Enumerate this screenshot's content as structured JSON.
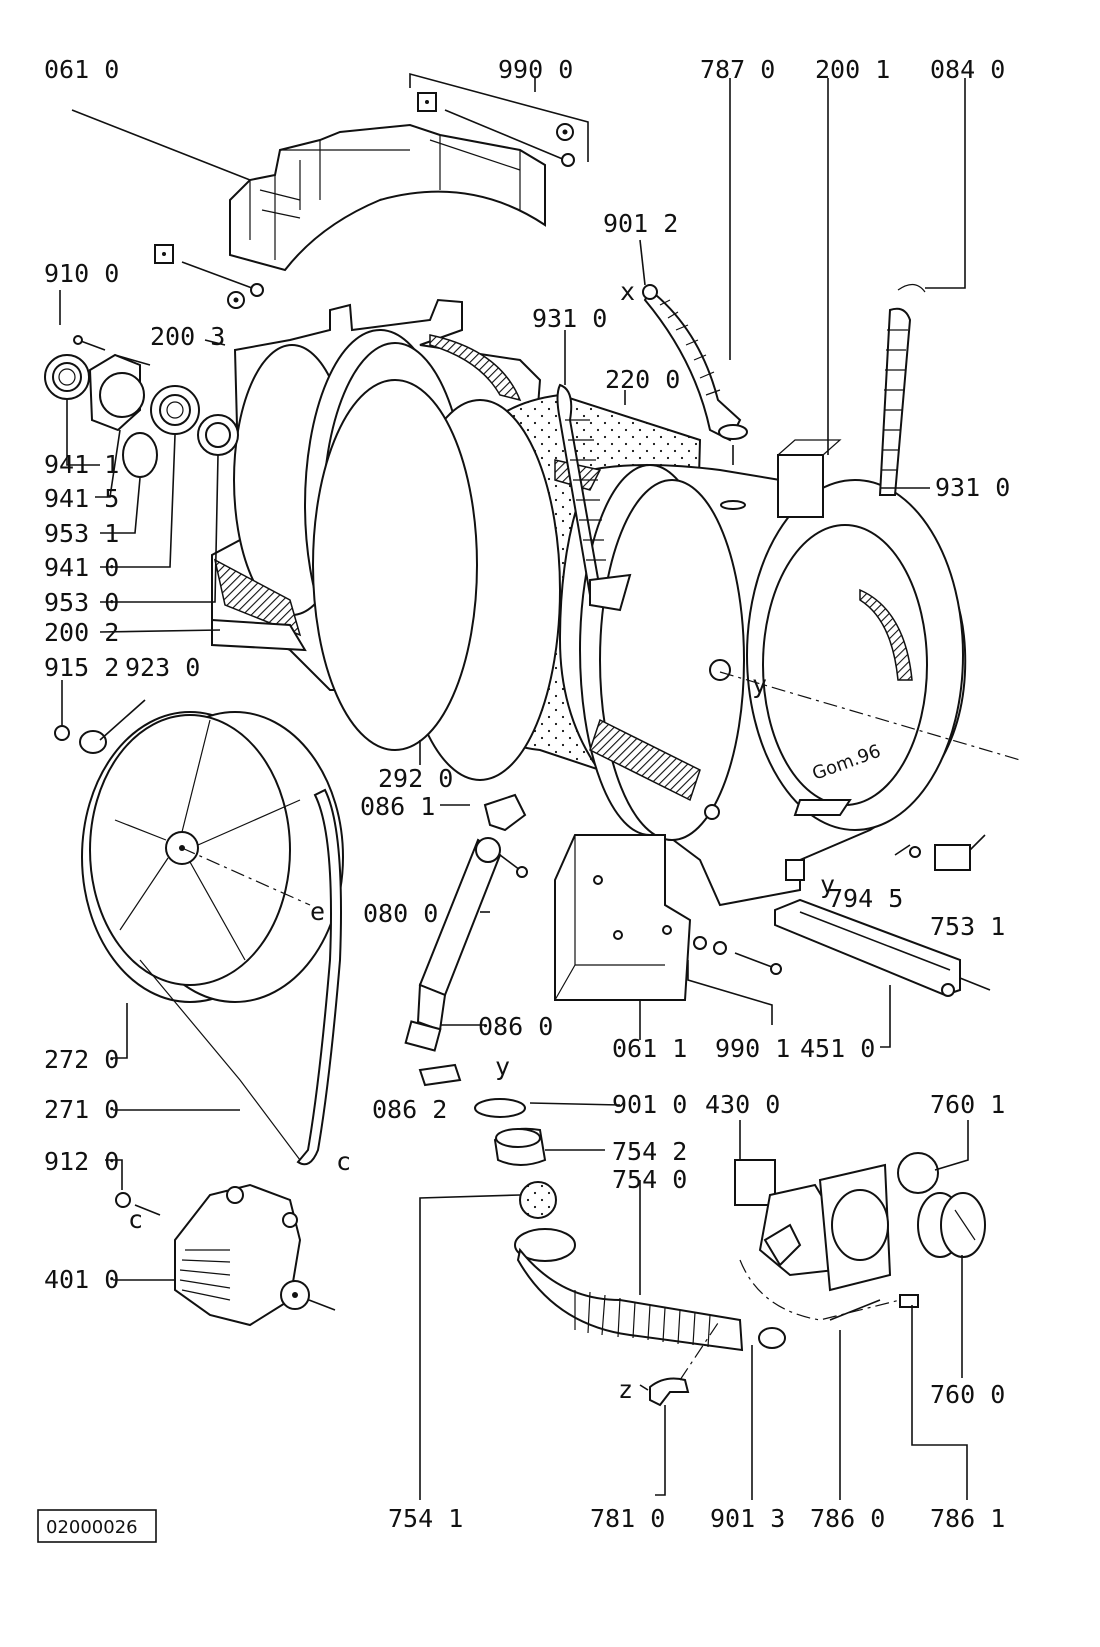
{
  "diagram": {
    "labels": [
      {
        "id": "l0610",
        "text": "061 0"
      },
      {
        "id": "l9900",
        "text": "990 0"
      },
      {
        "id": "l7870",
        "text": "787 0"
      },
      {
        "id": "l2001",
        "text": "200 1"
      },
      {
        "id": "l0840",
        "text": "084 0"
      },
      {
        "id": "l9012",
        "text": "901 2"
      },
      {
        "id": "lx",
        "text": "x"
      },
      {
        "id": "l9100",
        "text": "910 0"
      },
      {
        "id": "l2003",
        "text": "200 3"
      },
      {
        "id": "l9310a",
        "text": "931 0"
      },
      {
        "id": "l2200",
        "text": "220 0"
      },
      {
        "id": "l9411",
        "text": "941 1"
      },
      {
        "id": "l9310b",
        "text": "931 0"
      },
      {
        "id": "l9415",
        "text": "941 5"
      },
      {
        "id": "l9531",
        "text": "953 1"
      },
      {
        "id": "l9410",
        "text": "941 0"
      },
      {
        "id": "l9530",
        "text": "953 0"
      },
      {
        "id": "l2002",
        "text": "200 2"
      },
      {
        "id": "l9152",
        "text": "915 2"
      },
      {
        "id": "l9230",
        "text": "923 0"
      },
      {
        "id": "l2920",
        "text": "292 0"
      },
      {
        "id": "l0861",
        "text": "086 1"
      },
      {
        "id": "l7945",
        "text": "794 5"
      },
      {
        "id": "l7531",
        "text": "753 1"
      },
      {
        "id": "l0800",
        "text": "080 0"
      },
      {
        "id": "l0860",
        "text": "086 0"
      },
      {
        "id": "l0611",
        "text": "061 1"
      },
      {
        "id": "l9901",
        "text": "990 1"
      },
      {
        "id": "l4510",
        "text": "451 0"
      },
      {
        "id": "l2720",
        "text": "272 0"
      },
      {
        "id": "l0862",
        "text": "086 2"
      },
      {
        "id": "l9010",
        "text": "901 0"
      },
      {
        "id": "l4300",
        "text": "430 0"
      },
      {
        "id": "l7601",
        "text": "760 1"
      },
      {
        "id": "l2710",
        "text": "271 0"
      },
      {
        "id": "l7542",
        "text": "754 2"
      },
      {
        "id": "l7540",
        "text": "754 0"
      },
      {
        "id": "l9120",
        "text": "912 0"
      },
      {
        "id": "l4010",
        "text": "401 0"
      },
      {
        "id": "l7600",
        "text": "760 0"
      },
      {
        "id": "l7541",
        "text": "754 1"
      },
      {
        "id": "l7810",
        "text": "781 0"
      },
      {
        "id": "l9013",
        "text": "901 3"
      },
      {
        "id": "l7860",
        "text": "786 0"
      },
      {
        "id": "l7861",
        "text": "786 1"
      },
      {
        "id": "ly1",
        "text": "y"
      },
      {
        "id": "ly2",
        "text": "y"
      },
      {
        "id": "ly3",
        "text": "y"
      },
      {
        "id": "le",
        "text": "e"
      },
      {
        "id": "lc1",
        "text": "c"
      },
      {
        "id": "lc2",
        "text": "c"
      },
      {
        "id": "lz",
        "text": "z"
      },
      {
        "id": "lmark",
        "text": "Gom.96"
      }
    ],
    "doc_code": "02000026"
  }
}
